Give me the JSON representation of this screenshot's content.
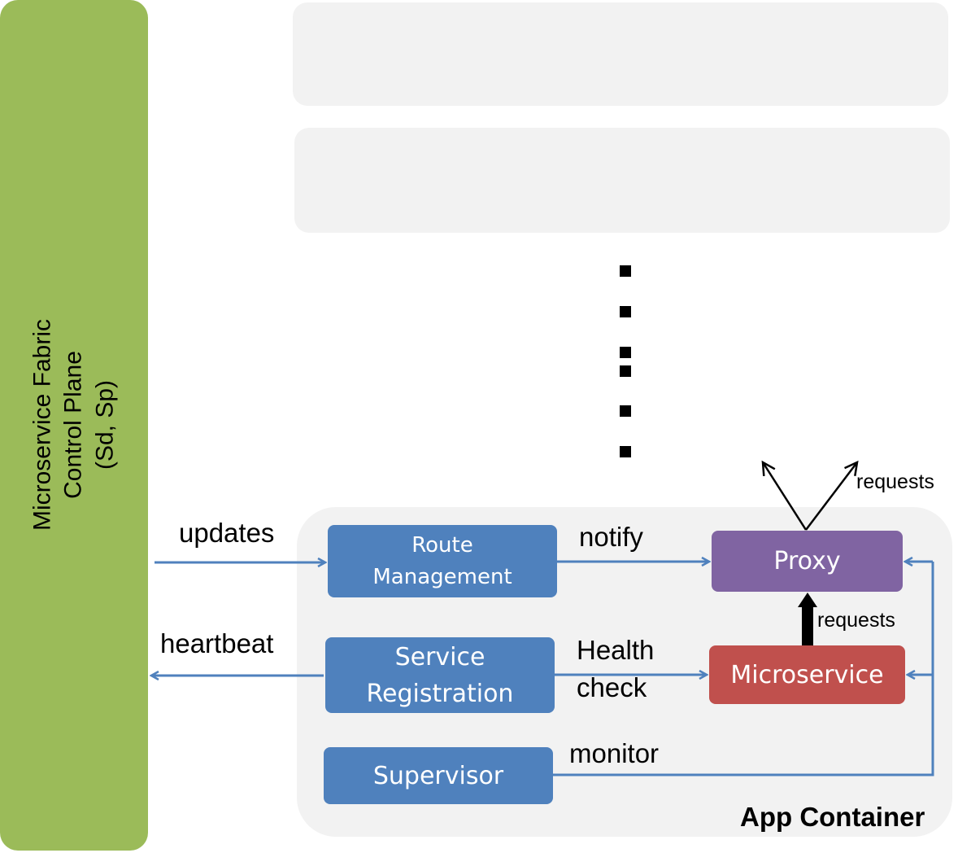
{
  "sidebar": {
    "line1": "Microservice Fabric",
    "line2": "Control Plane",
    "line3": "(Sd, Sp)"
  },
  "container": {
    "label": "App Container"
  },
  "boxes": {
    "route_management": {
      "line1": "Route",
      "line2": "Management"
    },
    "service_registration": {
      "line1": "Service",
      "line2": "Registration"
    },
    "supervisor": {
      "label": "Supervisor"
    },
    "proxy": {
      "label": "Proxy"
    },
    "microservice": {
      "label": "Microservice"
    }
  },
  "labels": {
    "updates": "updates",
    "heartbeat": "heartbeat",
    "notify": "notify",
    "health_check_line1": "Health",
    "health_check_line2": "check",
    "monitor": "monitor",
    "requests_top": "requests",
    "requests_mid": "requests"
  },
  "colors": {
    "control_plane": "#9bbb59",
    "component": "#4f81bd",
    "proxy": "#8064a2",
    "microservice": "#c0504d",
    "arrow": "#4f81bd"
  }
}
